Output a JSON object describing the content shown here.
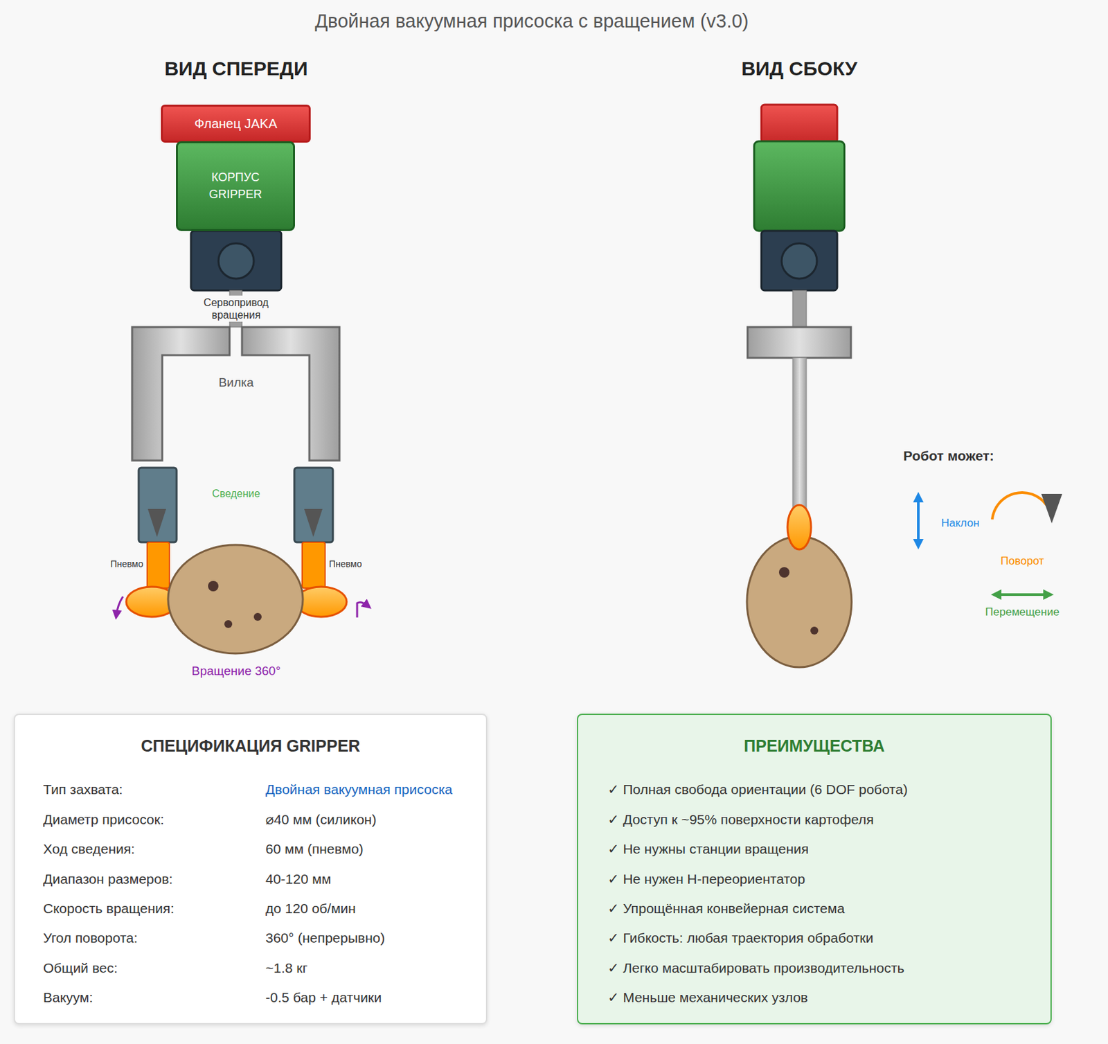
{
  "diagram": {
    "title": "Двойная вакуумная присоска с вращением (v3.0)",
    "nodes": [
      {
        "text": [
          "Фланец JAKA"
        ]
      },
      {
        "text": [
          "КОРПУС GRIPPER"
        ]
      },
      {
        "text": [
          "СПЕЦИФИКАЦИЯ GRIPPER"
        ]
      },
      {
        "text": [
          "ПРЕИМУЩЕСТВА"
        ]
      }
    ],
    "labels": [
      "ВИД СПЕРЕДИ",
      "ВИД СБОКУ",
      "Сервопривод вращения",
      "Вилка",
      "Сведение",
      "Пневмо",
      "Пневмо",
      "Вращение 360°",
      "Робот может:",
      "Наклон",
      "Поворот",
      "Перемещение",
      "Тип захвата:",
      "Двойная вакуумная присоска",
      "Диаметр присосок:",
      "⌀40 мм (силикон)",
      "Ход сведения:",
      "60 мм (пневмо)",
      "Диапазон размеров:",
      "40-120 мм",
      "Скорость вращения:",
      "до 120 об/мин",
      "Угол поворота:",
      "360° (непрерывно)",
      "Общий вес:",
      "~1.8 кг",
      "Вакуум:",
      "-0.5 бар + датчики",
      "✓ Полная свобода ориентации (6 DOF робота)",
      "✓ Доступ к ~95% поверхности картофеля",
      "✓ Не нужны станции вращения",
      "✓ Не нужен H-переориентатор",
      "✓ Упрощённая конвейерная система",
      "✓ Гибкость: любая траектория обработки",
      "✓ Легко масштабировать производительность",
      "✓ Меньше механических узлов"
    ]
  }
}
